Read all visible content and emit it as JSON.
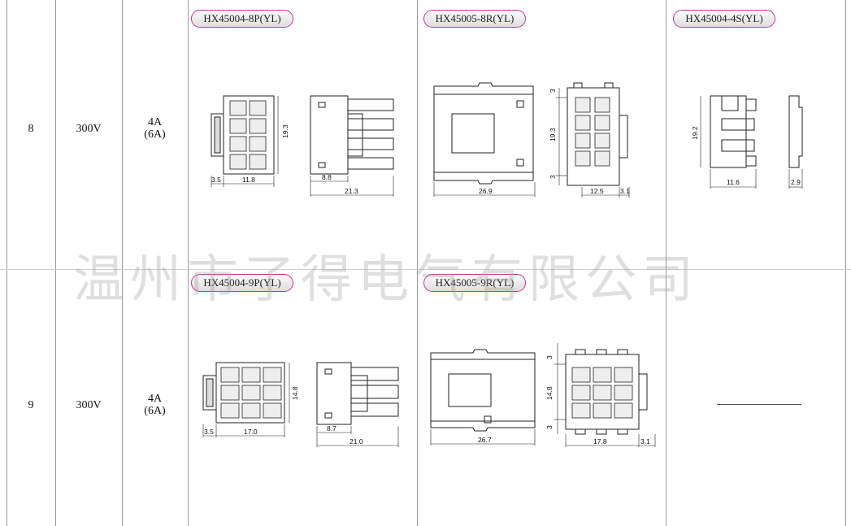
{
  "rows": [
    {
      "no": "8",
      "voltage": "300V",
      "current": "4A",
      "current_alt": "(6A)",
      "parts": [
        {
          "label": "HX45004-8P(YL)",
          "dims": [
            "3.5",
            "11.8",
            "19.3",
            "8.8",
            "21.3"
          ]
        },
        {
          "label": "HX45005-8R(YL)",
          "dims": [
            "26.9",
            "3",
            "19.3",
            "3",
            "12.5",
            "3.1"
          ]
        },
        {
          "label": "HX45004-4S(YL)",
          "dims": [
            "19.2",
            "11.6",
            "2.9"
          ]
        }
      ]
    },
    {
      "no": "9",
      "voltage": "300V",
      "current": "4A",
      "current_alt": "(6A)",
      "parts": [
        {
          "label": "HX45004-9P(YL)",
          "dims": [
            "3.5",
            "17.0",
            "14.8",
            "8.7",
            "21.0"
          ]
        },
        {
          "label": "HX45005-9R(YL)",
          "dims": [
            "26.7",
            "3",
            "14.8",
            "3",
            "17.8",
            "3.1"
          ]
        }
      ]
    }
  ],
  "watermark": "温州市了得电气有限公司"
}
